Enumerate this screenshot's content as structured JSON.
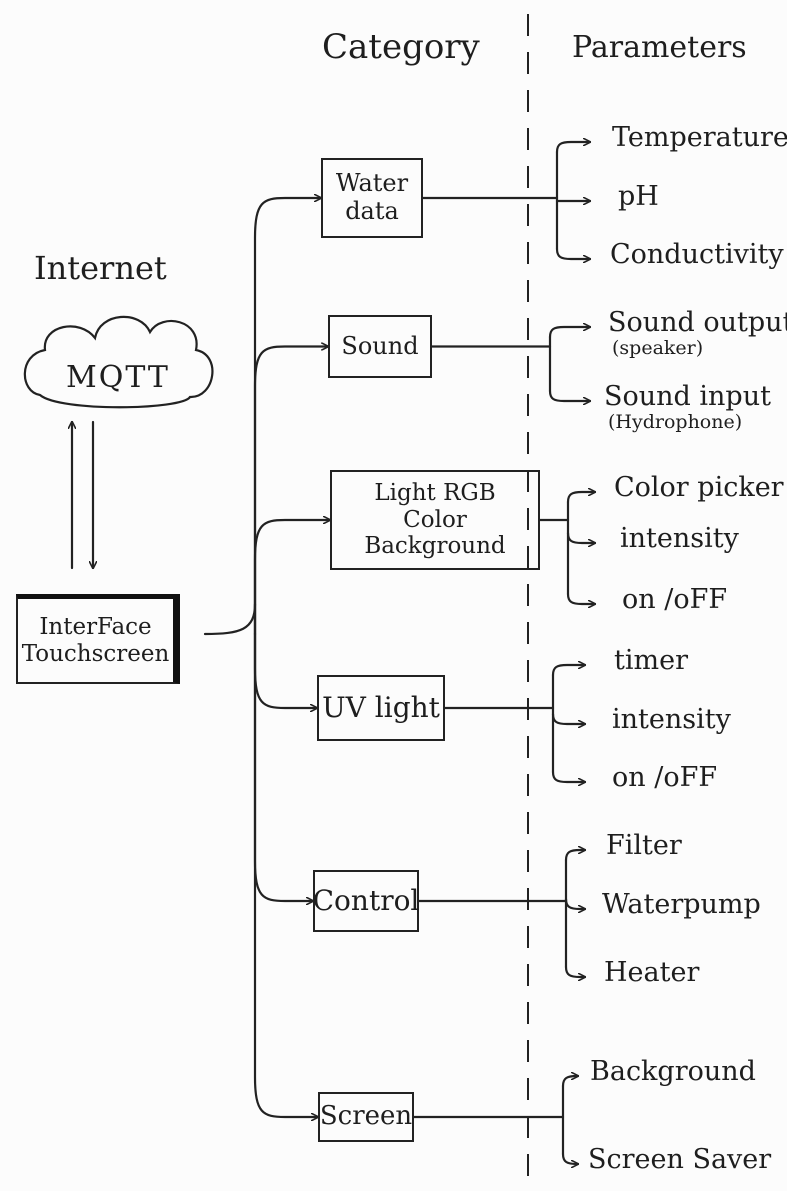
{
  "diagram": {
    "headers": {
      "category": "Category",
      "parameters": "Parameters",
      "internet": "Internet"
    },
    "cloud_label": "MQTT",
    "interface": {
      "line1": "InterFace",
      "line2": "Touchscreen"
    },
    "categories": [
      {
        "lines": [
          "Water",
          "data"
        ],
        "params": [
          {
            "label": "Temperature"
          },
          {
            "label": "pH"
          },
          {
            "label": "Conductivity"
          }
        ]
      },
      {
        "lines": [
          "Sound"
        ],
        "params": [
          {
            "label": "Sound output",
            "sub": "(speaker)"
          },
          {
            "label": "Sound input",
            "sub": "(Hydrophone)"
          }
        ]
      },
      {
        "lines": [
          "Light RGB",
          "Color Background"
        ],
        "params": [
          {
            "label": "Color picker"
          },
          {
            "label": "intensity"
          },
          {
            "label": "on /oFF"
          }
        ]
      },
      {
        "lines": [
          "UV light"
        ],
        "params": [
          {
            "label": "timer"
          },
          {
            "label": "intensity"
          },
          {
            "label": "on /oFF"
          }
        ]
      },
      {
        "lines": [
          "Control"
        ],
        "params": [
          {
            "label": "Filter"
          },
          {
            "label": "Waterpump"
          },
          {
            "label": "Heater"
          }
        ]
      },
      {
        "lines": [
          "Screen"
        ],
        "params": [
          {
            "label": "Background"
          },
          {
            "label": "Screen Saver"
          }
        ]
      }
    ]
  }
}
